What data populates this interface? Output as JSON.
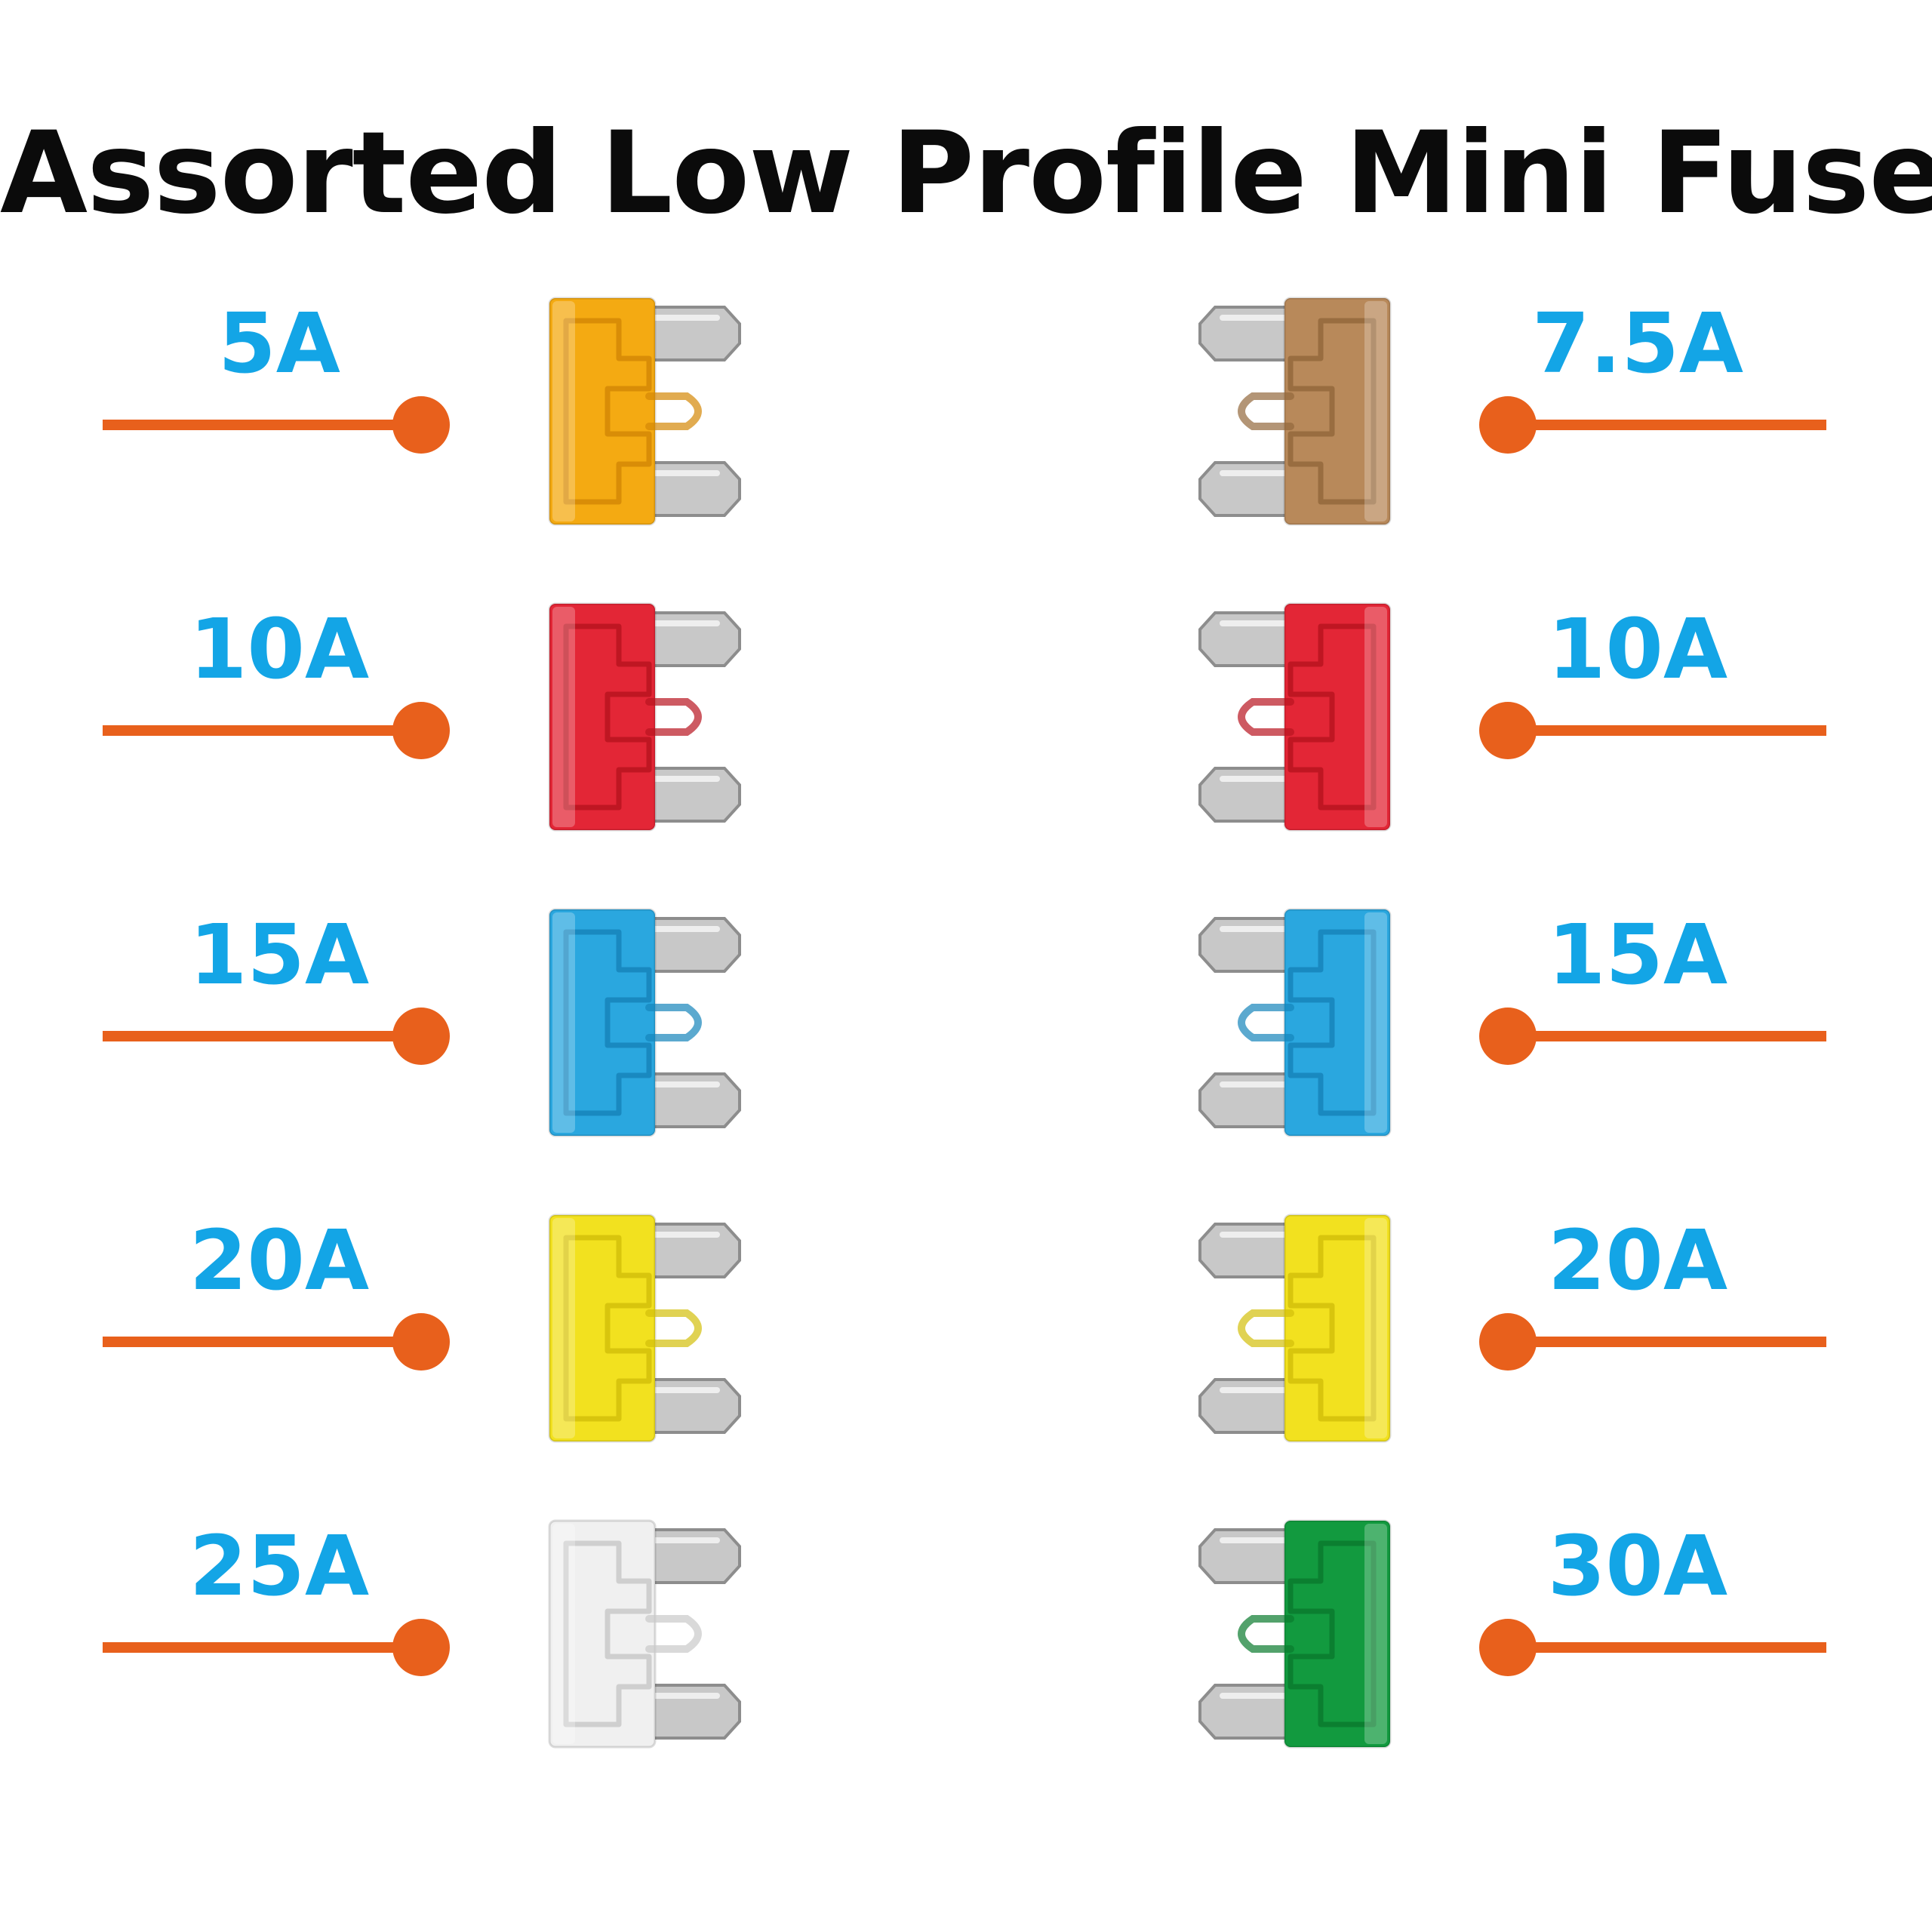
{
  "title": "Assorted Low Profile Mini Fuses",
  "colors": {
    "label_text": "#13a5e6",
    "leader_line": "#e8601c",
    "title_text": "#0b0b0b"
  },
  "fuses": {
    "left": [
      {
        "rating": "5A",
        "body_color": "#f4aa12",
        "body_dark": "#d48806"
      },
      {
        "rating": "10A",
        "body_color": "#e32636",
        "body_dark": "#b8141f"
      },
      {
        "rating": "15A",
        "body_color": "#2aa7df",
        "body_dark": "#1684bb"
      },
      {
        "rating": "20A",
        "body_color": "#f2e11f",
        "body_dark": "#d3bf0a"
      },
      {
        "rating": "25A",
        "body_color": "#f0f0f0",
        "body_dark": "#c9c9c9"
      }
    ],
    "right": [
      {
        "rating": "7.5A",
        "body_color": "#b8895a",
        "body_dark": "#93683c"
      },
      {
        "rating": "10A",
        "body_color": "#e32636",
        "body_dark": "#b8141f"
      },
      {
        "rating": "15A",
        "body_color": "#2aa7df",
        "body_dark": "#1684bb"
      },
      {
        "rating": "20A",
        "body_color": "#f2e11f",
        "body_dark": "#d3bf0a"
      },
      {
        "rating": "30A",
        "body_color": "#129a3f",
        "body_dark": "#0a7a2e"
      }
    ]
  }
}
